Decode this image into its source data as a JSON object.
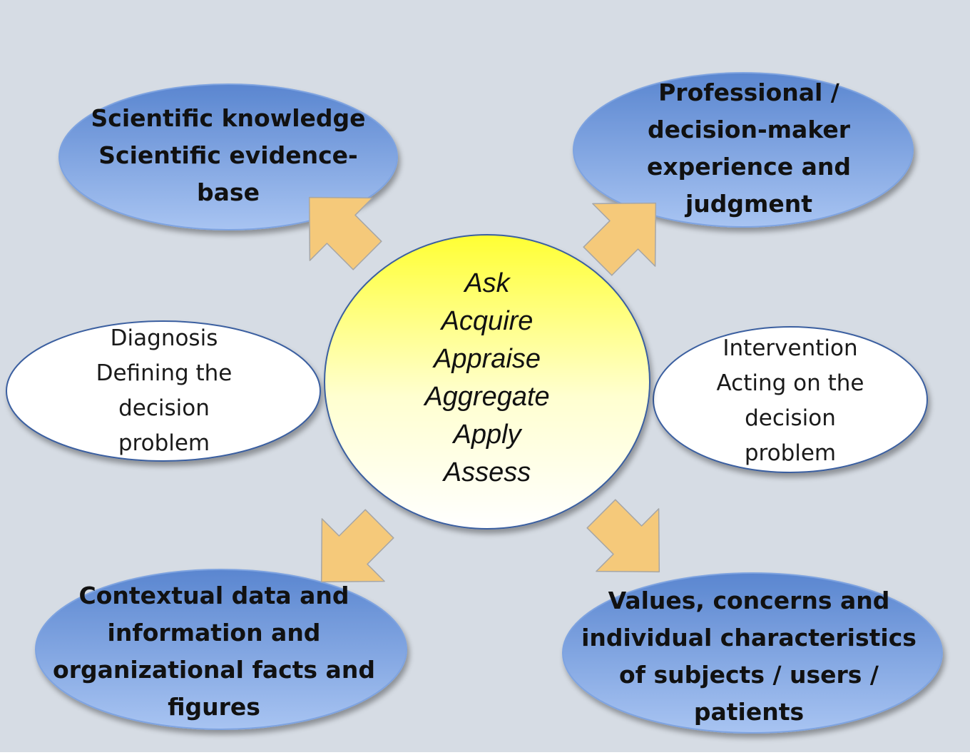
{
  "center": {
    "steps": [
      "Ask",
      "Acquire",
      "Appraise",
      "Aggregate",
      "Apply",
      "Assess"
    ]
  },
  "nodes": {
    "scientific": {
      "lines": [
        "Scientific knowledge",
        "Scientific evidence-",
        "base"
      ]
    },
    "professional": {
      "lines": [
        "Professional /",
        "decision-maker",
        "experience and",
        "judgment"
      ]
    },
    "diagnosis": {
      "lines": [
        "Diagnosis",
        "Defining the",
        "decision",
        "problem"
      ]
    },
    "intervention": {
      "lines": [
        "Intervention",
        "Acting on the",
        "decision",
        "problem"
      ]
    },
    "contextual": {
      "lines": [
        "Contextual data and",
        "information and",
        "organizational facts and",
        "figures"
      ]
    },
    "values": {
      "lines": [
        "Values, concerns and",
        "individual characteristics",
        "of subjects / users /",
        "patients"
      ]
    }
  },
  "colors": {
    "background": "#d6dce4",
    "ellipse_blue_top": "#5a86d0",
    "ellipse_blue_bottom": "#a8c4f2",
    "center_yellow_top": "#ffff33",
    "center_white_bottom": "#ffffff",
    "arrow_fill": "#f5c97a",
    "arrow_stroke": "#a6a6a6"
  }
}
